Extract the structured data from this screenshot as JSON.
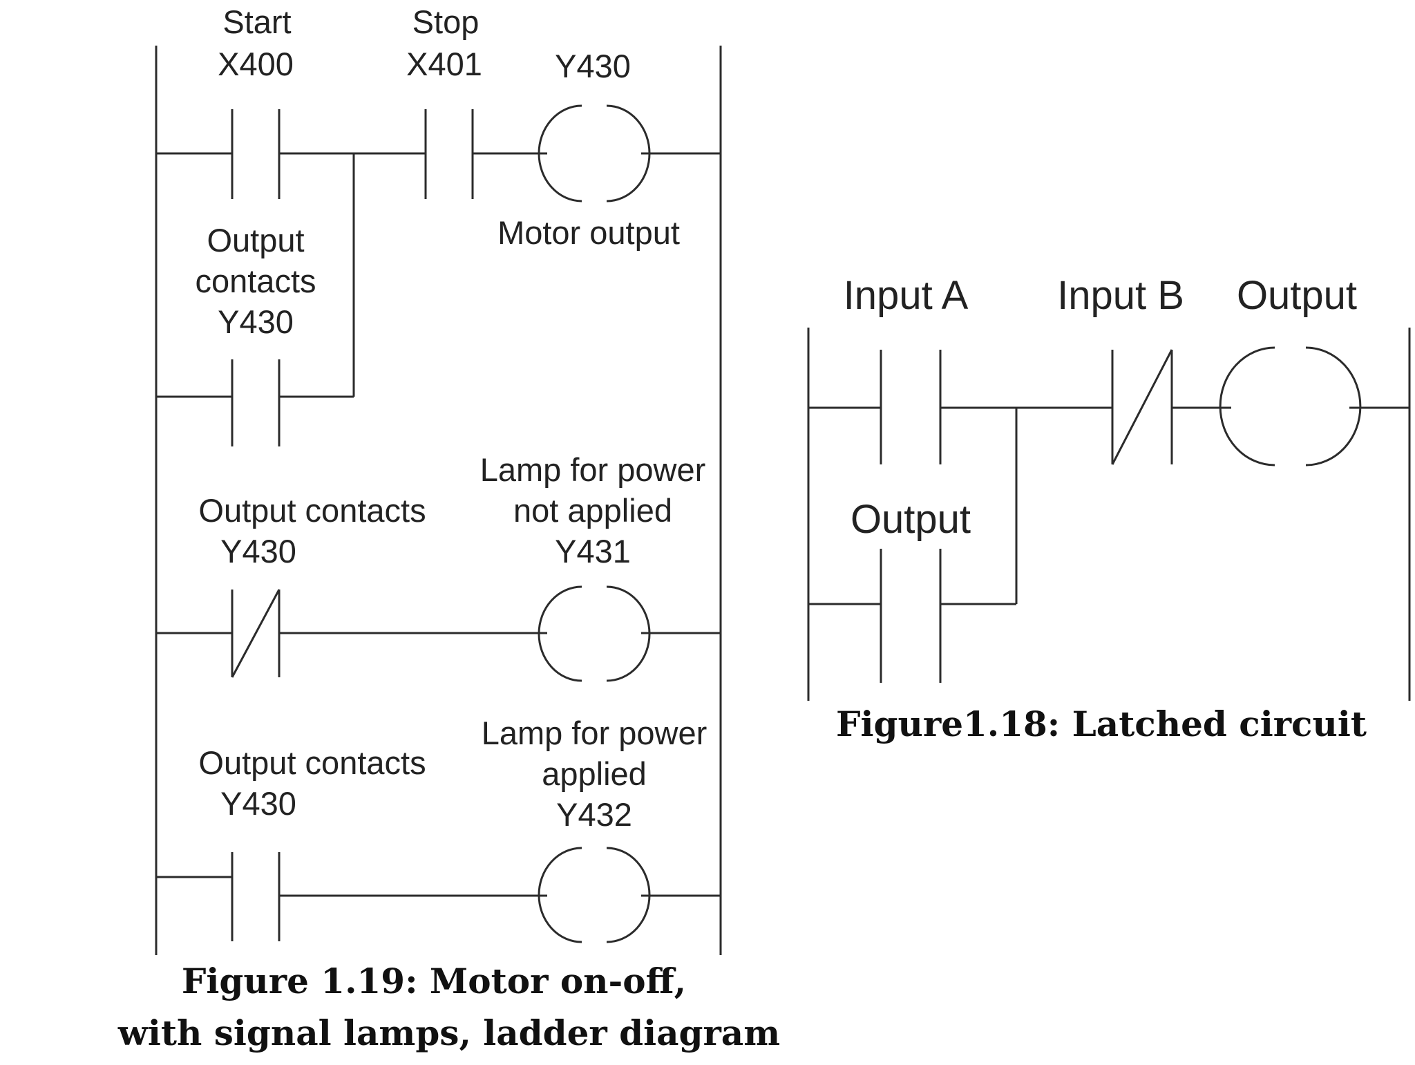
{
  "figure_1_19": {
    "caption_line1": "Figure 1.19: Motor on-off,",
    "caption_line2": "with signal lamps, ladder diagram",
    "rung1": {
      "contact1_name": "Start",
      "contact1_addr": "X400",
      "contact2_name": "Stop",
      "contact2_addr": "X401",
      "coil_addr": "Y430",
      "coil_desc": "Motor output",
      "latch_line1": "Output",
      "latch_line2": "contacts",
      "latch_line3": "Y430"
    },
    "rung2": {
      "contact_name": "Output contacts",
      "contact_addr": "Y430",
      "lamp_line1": "Lamp for power",
      "lamp_line2": "not applied",
      "lamp_addr": "Y431"
    },
    "rung3": {
      "contact_name": "Output contacts",
      "contact_addr": "Y430",
      "lamp_line1": "Lamp for power",
      "lamp_line2": "applied",
      "lamp_addr": "Y432"
    }
  },
  "figure_1_18": {
    "caption": "Figure1.18: Latched circuit",
    "input_a": "Input A",
    "input_b": "Input B",
    "coil_label": "Output",
    "latch_label": "Output"
  }
}
